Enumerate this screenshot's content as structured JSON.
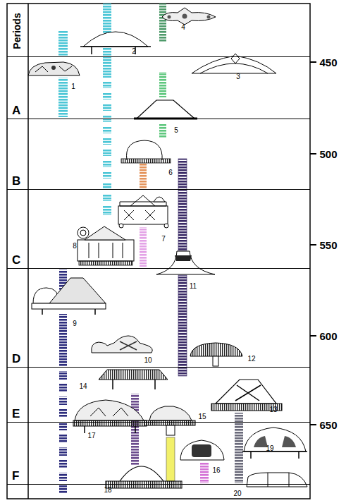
{
  "diagram": {
    "nodes": [
      {
        "text": [
          "A"
        ]
      },
      {
        "text": [
          "B"
        ]
      },
      {
        "text": [
          "C"
        ]
      },
      {
        "text": [
          "D"
        ]
      },
      {
        "text": [
          "E"
        ]
      },
      {
        "text": [
          "F"
        ]
      }
    ],
    "labels": [
      "Periods",
      "450",
      "500",
      "550",
      "600",
      "650",
      "1",
      "2",
      "3",
      "4",
      "5",
      "6",
      "7",
      "8",
      "9",
      "10",
      "11",
      "12",
      "13",
      "14",
      "15",
      "16",
      "17",
      "18",
      "19",
      "20"
    ]
  }
}
